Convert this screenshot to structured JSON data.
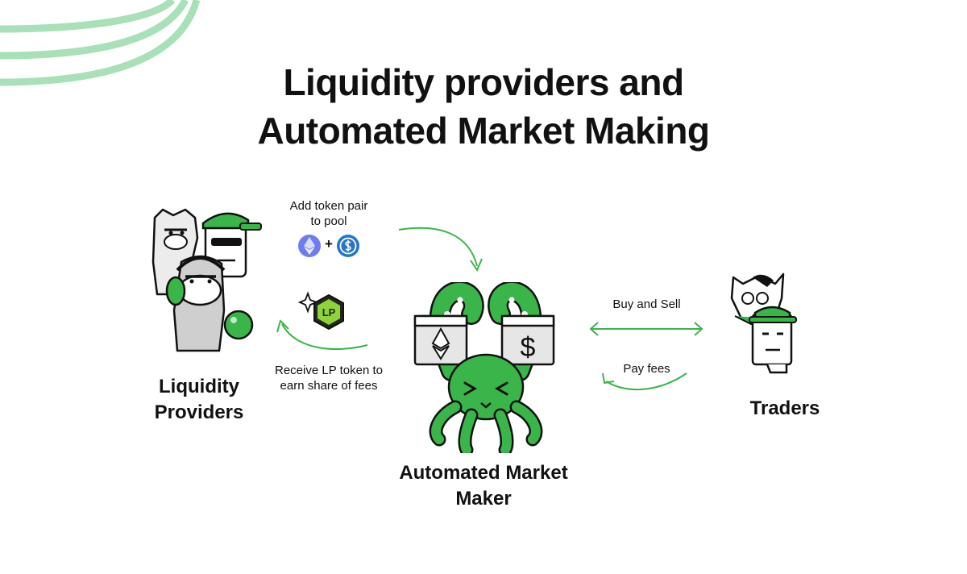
{
  "title": {
    "line1": "Liquidity providers and",
    "line2": "Automated Market Making"
  },
  "nodes": {
    "liquidity_providers": {
      "line1": "Liquidity",
      "line2": "Providers"
    },
    "amm": {
      "line1": "Automated Market",
      "line2": "Maker"
    },
    "traders": {
      "label": "Traders"
    }
  },
  "edges": {
    "add_pair": {
      "line1": "Add token pair",
      "line2": "to pool",
      "plus": "+"
    },
    "receive_lp": {
      "line1": "Receive LP token to",
      "line2": "earn share of fees",
      "badge": "LP"
    },
    "buy_sell": {
      "label": "Buy and Sell"
    },
    "pay_fees": {
      "label": "Pay fees"
    }
  },
  "jars": {
    "right_symbol": "$"
  },
  "icons": {
    "eth": "ethereum-icon",
    "usdc": "usdc-icon",
    "lp": "lp-token-icon",
    "sparkle": "sparkle-icon"
  },
  "colors": {
    "accent": "#3ab54a",
    "accent_light": "#9bdcab",
    "eth": "#6f7cf0",
    "usdc": "#2775ca",
    "lp_dark": "#1f2a1a",
    "lp_green": "#8fd23b"
  }
}
